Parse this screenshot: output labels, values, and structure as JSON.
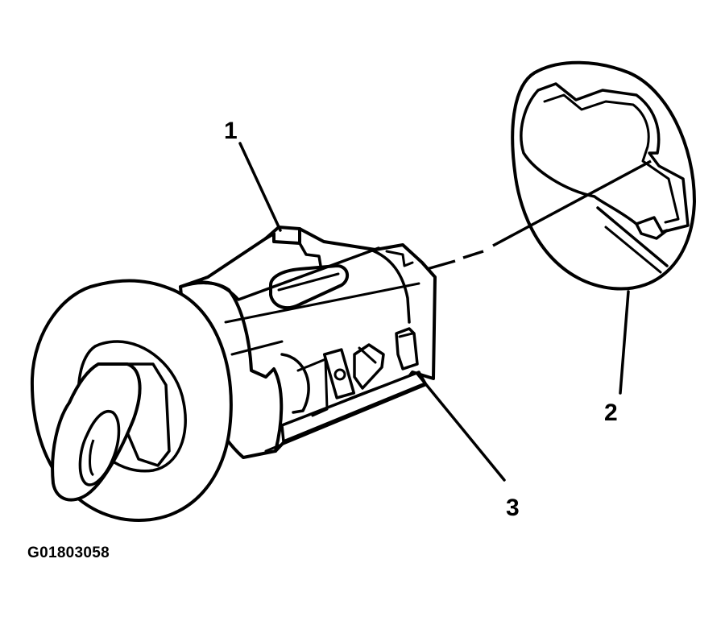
{
  "callouts": {
    "one": "1",
    "two": "2",
    "three": "3"
  },
  "figure_id": "G01803058",
  "colors": {
    "ink": "#000000",
    "paper": "#ffffff"
  }
}
